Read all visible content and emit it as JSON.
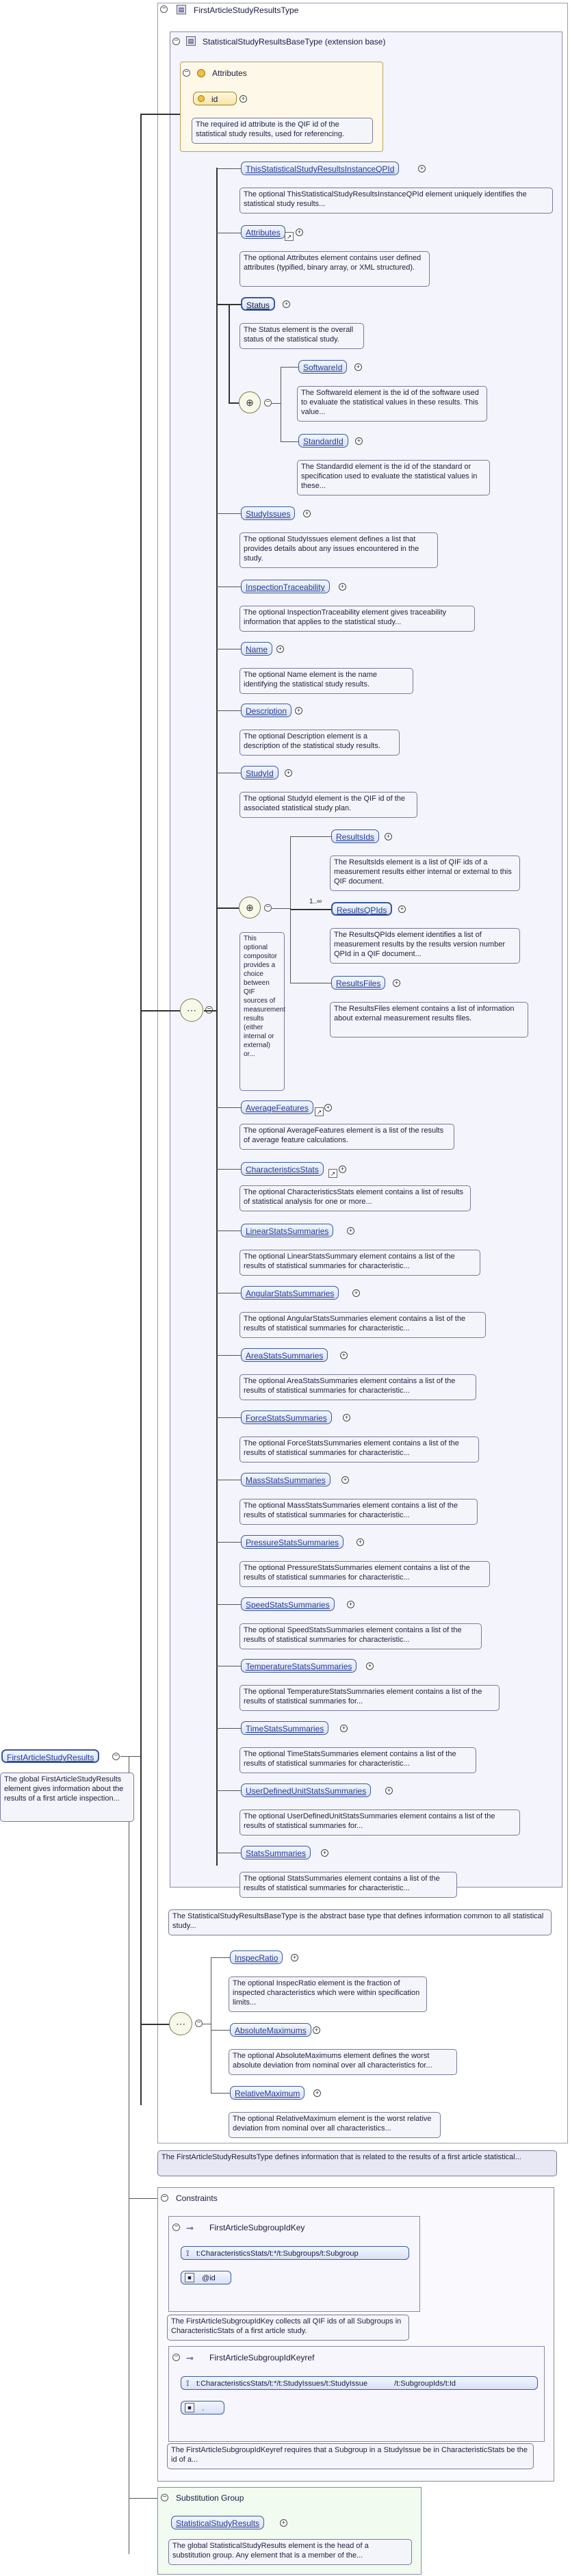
{
  "root": {
    "title": "FirstArticleStudyResultsType"
  },
  "base": {
    "title": "StatisticalStudyResultsBaseType (extension base)"
  },
  "attributes": {
    "title": "Attributes",
    "id_label": "id",
    "id_note": "The required id attribute is the QIF id of the statistical study results, used for referencing."
  },
  "elements": [
    {
      "name": "ThisStatisticalStudyResultsInstanceQPId",
      "note": "The optional ThisStatisticalStudyResultsInstanceQPId element uniquely identifies the statistical study results..."
    },
    {
      "name": "Attributes",
      "note": "The optional Attributes element contains user defined attributes (typified, binary array, or XML structured)."
    },
    {
      "name": "Status",
      "note": "The Status element is the overall status of the statistical study."
    },
    {
      "name": "SoftwareId",
      "note": "The SoftwareId element is the id of the software used to evaluate the statistical values in these results. This value..."
    },
    {
      "name": "StandardId",
      "note": "The StandardId element is the id of the standard or specification used to evaluate the statistical values in these..."
    },
    {
      "name": "StudyIssues",
      "note": "The optional StudyIssues element defines a list that provides details about any issues encountered in the study."
    },
    {
      "name": "InspectionTraceability",
      "note": "The optional InspectionTraceability element gives traceability information that applies to the statistical study..."
    },
    {
      "name": "Name",
      "note": "The optional Name element is the name identifying the statistical study results."
    },
    {
      "name": "Description",
      "note": "The optional Description element is a description of the statistical study results."
    },
    {
      "name": "StudyId",
      "note": "The optional StudyId element is the QIF id of the associated statistical study plan."
    },
    {
      "name": "ResultsIds",
      "note": "The ResultsIds element is a list of QIF ids of a measurement results either internal or external to this QIF document."
    },
    {
      "name": "ResultsQPIds",
      "note": "The ResultsQPIds element identifies a list of measurement results by the results version number QPId in a QIF document..."
    },
    {
      "name": "ResultsFiles",
      "note": "The ResultsFiles element contains a list of information about external measurement results files."
    },
    {
      "name": "AverageFeatures",
      "note": "The optional AverageFeatures element is a list of the results of average feature calculations."
    },
    {
      "name": "CharacteristicsStats",
      "note": "The optional CharacteristicsStats element contains a list of results of statistical analysis for one or more..."
    },
    {
      "name": "LinearStatsSummaries",
      "note": "The optional LinearStatsSummary element contains a list of the results of statistical summaries for characteristic..."
    },
    {
      "name": "AngularStatsSummaries",
      "note": "The optional AngularStatsSummaries element contains a list of the results of statistical summaries for characteristic..."
    },
    {
      "name": "AreaStatsSummaries",
      "note": "The optional AreaStatsSummaries element contains a list of the results of statistical summaries for characteristic..."
    },
    {
      "name": "ForceStatsSummaries",
      "note": "The optional ForceStatsSummaries element contains a list of the results of statistical summaries for characteristic..."
    },
    {
      "name": "MassStatsSummaries",
      "note": "The optional MassStatsSummaries element contains a list of the results of statistical summaries for characteristic..."
    },
    {
      "name": "PressureStatsSummaries",
      "note": "The optional PressureStatsSummaries element contains a list of the results of statistical summaries for characteristic..."
    },
    {
      "name": "SpeedStatsSummaries",
      "note": "The optional SpeedStatsSummaries element contains a list of the results of statistical summaries for characteristic..."
    },
    {
      "name": "TemperatureStatsSummaries",
      "note": "The optional TemperatureStatsSummaries element contains a list of the results of statistical summaries for..."
    },
    {
      "name": "TimeStatsSummaries",
      "note": "The optional TimeStatsSummaries element contains a list of the results of statistical summaries for characteristic..."
    },
    {
      "name": "UserDefinedUnitStatsSummaries",
      "note": "The optional UserDefinedUnitStatsSummaries element contains a list of the results of statistical summaries for..."
    },
    {
      "name": "StatsSummaries",
      "note": "The optional StatsSummaries element contains a list of the results of statistical summaries for characteristic..."
    }
  ],
  "choice_note": "This optional compositor provides a choice between QIF sources of measurement results (either internal or external) or...",
  "multiplicity": "1..∞",
  "base_note": "The StatisticalStudyResultsBaseType is the abstract base type that defines information common to all statistical study...",
  "extension": [
    {
      "name": "InspecRatio",
      "note": "The optional InspecRatio element is the fraction of inspected characteristics which were within specification limits..."
    },
    {
      "name": "AbsoluteMaximums",
      "note": "The optional AbsoluteMaximums element defines the worst absolute deviation from nominal over all characteristics for..."
    },
    {
      "name": "RelativeMaximum",
      "note": "The optional RelativeMaximum element is the worst relative deviation from nominal over all characteristics..."
    }
  ],
  "type_note": "The FirstArticleStudyResultsType defines information that is related to the results of a first article statistical...",
  "element_root": {
    "name": "FirstArticleStudyResults",
    "note": "The global FirstArticleStudyResults element gives information about the results of a first article inspection..."
  },
  "constraints": {
    "title": "Constraints",
    "key": {
      "name": "FirstArticleSubgroupIdKey",
      "selector": "t:CharacteristicsStats/t:*/t:Subgroups/t:Subgroup",
      "field": "@id",
      "note": "The FirstArticleSubgroupIdKey collects all QIF ids of all Subgroups in CharacteristicStats of a first article study."
    },
    "keyref": {
      "name": "FirstArticleSubgroupIdKeyref",
      "selector": "t:CharacteristicsStats/t:*/t:StudyIssues/t:StudyIssue",
      "selector2": "/t:SubgroupIds/t:Id",
      "field": ".",
      "note": "The FirstArticleSubgroupIdKeyref requires that a Subgroup in a StudyIssue be in CharacteristicStats be the id of a..."
    }
  },
  "substitution": {
    "title": "Substitution Group",
    "name": "StatisticalStudyResults",
    "note": "The global StatisticalStudyResults element is the head of a substitution group. Any element that is a member of the..."
  }
}
